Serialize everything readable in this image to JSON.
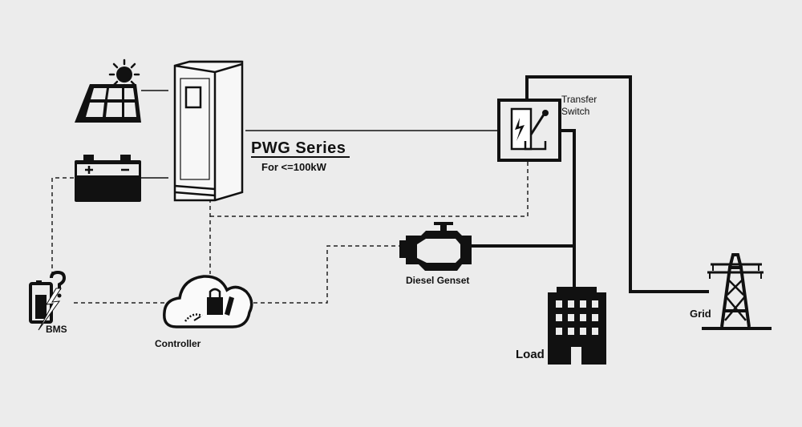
{
  "diagram": {
    "title": "PWG Series",
    "subtitle": "For <=100kW",
    "transfer_switch_label": "Transfer Switch",
    "diesel_genset_label": "Diesel Genset",
    "controller_label": "Controller",
    "bms_label": "BMS",
    "load_label": "Load",
    "grid_label": "Grid"
  },
  "colors": {
    "background": "#ececec",
    "line": "#111111"
  },
  "icons": [
    "sun-icon",
    "solar-panel-icon",
    "battery-icon",
    "cabinet-icon",
    "transfer-switch-icon",
    "engine-icon",
    "cloud-controller-icon",
    "bms-icon",
    "building-icon",
    "transmission-tower-icon"
  ]
}
